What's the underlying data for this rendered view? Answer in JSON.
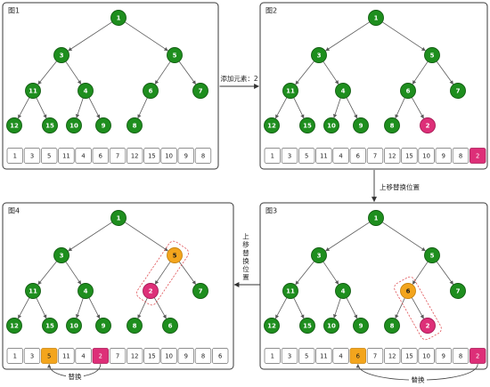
{
  "colors": {
    "green": {
      "fill": "#1e8e1e",
      "stroke": "#115d11",
      "text": "#ffffff"
    },
    "magenta": {
      "fill": "#dd2f78",
      "stroke": "#a61a55",
      "text": "#ffffff"
    },
    "orange": {
      "fill": "#f3a51d",
      "stroke": "#c98410",
      "text": "#1a1a1a"
    },
    "edge": "#5a5a5a",
    "flow": "#333333",
    "border": "#3a3a3a",
    "cell_border": "#6b6b6b",
    "dashed": "#e0555a"
  },
  "panels": [
    {
      "title": "图1",
      "heap": [
        1,
        3,
        5,
        11,
        4,
        6,
        7,
        12,
        15,
        10,
        9,
        8
      ],
      "highlight": {}
    },
    {
      "title": "图2",
      "heap": [
        1,
        3,
        5,
        11,
        4,
        6,
        7,
        12,
        15,
        10,
        9,
        8,
        2
      ],
      "highlight": {
        "magenta": 12
      }
    },
    {
      "title": "图3",
      "heap": [
        1,
        3,
        5,
        11,
        4,
        6,
        7,
        12,
        15,
        10,
        9,
        8,
        2
      ],
      "highlight": {
        "orange": 5,
        "magenta": 12
      },
      "dashed_pair": [
        5,
        12
      ],
      "swap": {
        "from": 12,
        "to": 5,
        "label": "替换"
      }
    },
    {
      "title": "图4",
      "heap": [
        1,
        3,
        5,
        11,
        4,
        2,
        7,
        12,
        15,
        10,
        9,
        8,
        6
      ],
      "highlight": {
        "orange": 2,
        "magenta": 5
      },
      "dashed_pair": [
        2,
        5
      ],
      "swap": {
        "from": 5,
        "to": 2,
        "label": "替换"
      }
    }
  ],
  "transitions": [
    {
      "label": "添加元素：2"
    },
    {
      "label": "上移替换位置"
    },
    {
      "label": "上移替换位置"
    }
  ]
}
